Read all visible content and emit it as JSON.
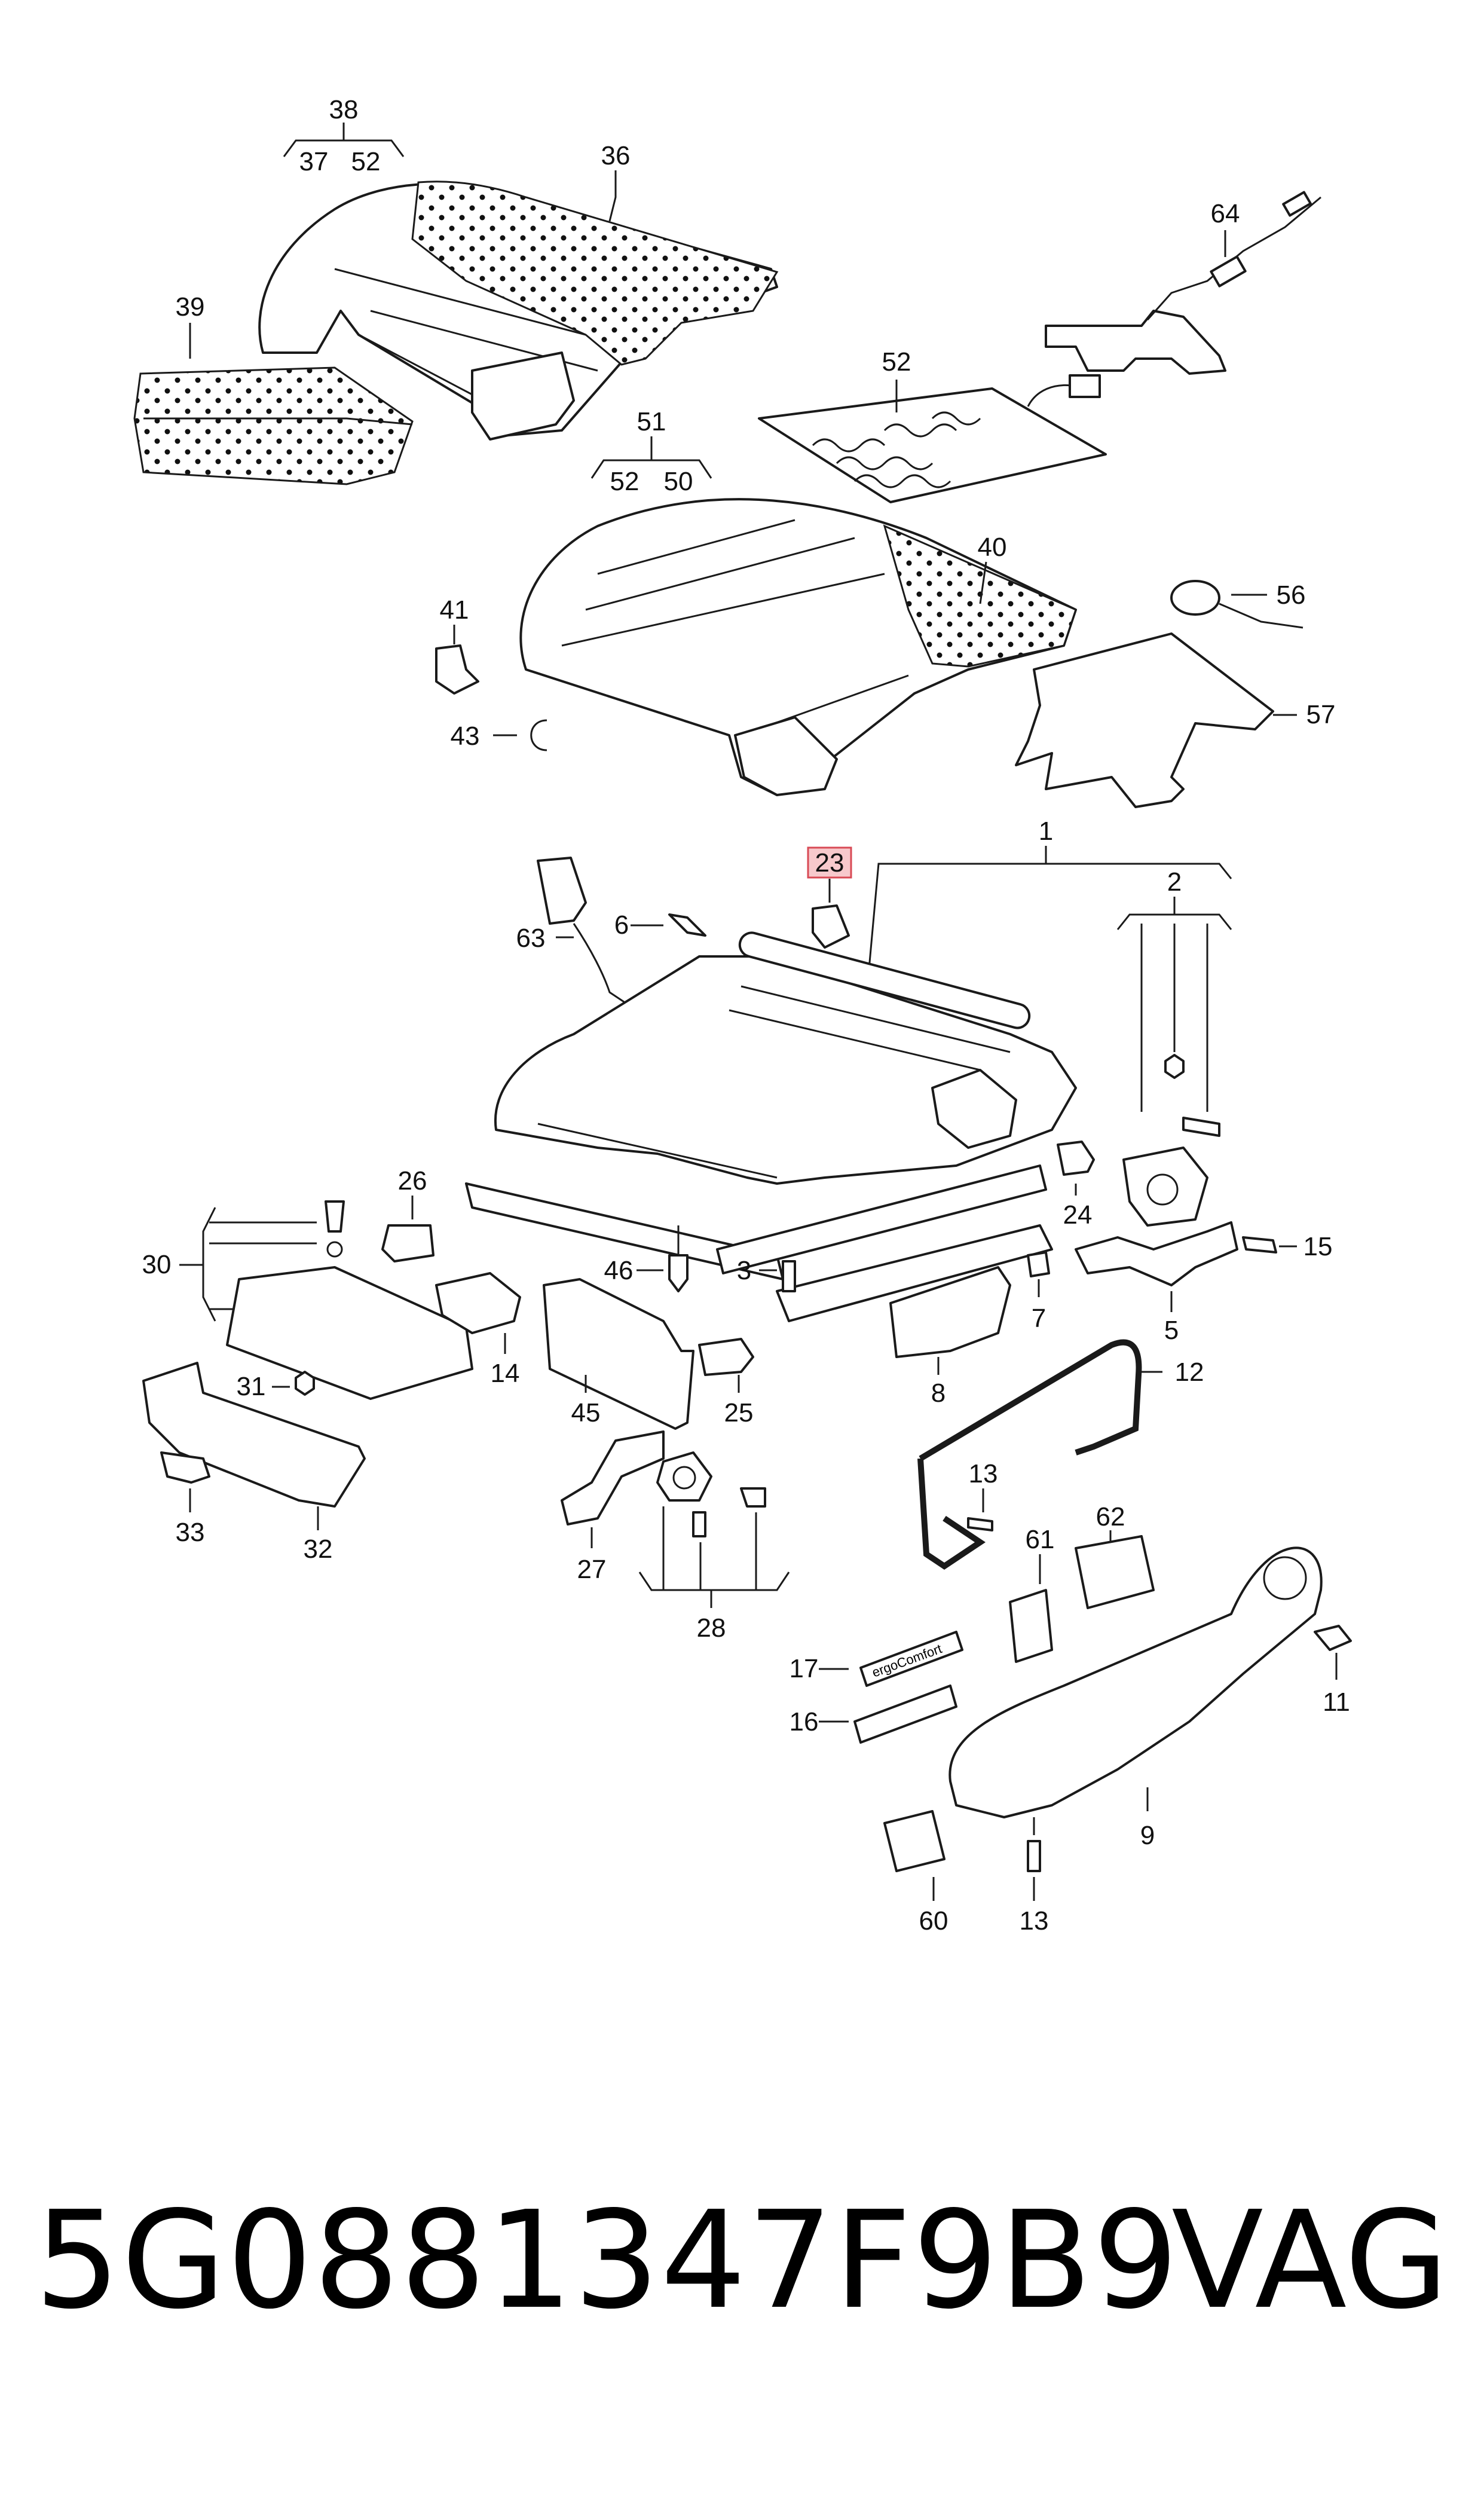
{
  "diagram": {
    "callouts": {
      "c1": "1",
      "c2": "2",
      "c3": "3",
      "c5": "5",
      "c6": "6",
      "c7": "7",
      "c8": "8",
      "c9": "9",
      "c11": "11",
      "c12": "12",
      "c13a": "13",
      "c13b": "13",
      "c14": "14",
      "c15": "15",
      "c16": "16",
      "c17": "17",
      "c23": "23",
      "c24": "24",
      "c25": "25",
      "c26": "26",
      "c27": "27",
      "c28": "28",
      "c30": "30",
      "c31": "31",
      "c32": "32",
      "c33": "33",
      "c36": "36",
      "c37": "37",
      "c38": "38",
      "c39": "39",
      "c40": "40",
      "c41": "41",
      "c43": "43",
      "c45": "45",
      "c46": "46",
      "c50": "50",
      "c51": "51",
      "c52a": "52",
      "c52b": "52",
      "c52c": "52",
      "c56": "56",
      "c57": "57",
      "c60": "60",
      "c61": "61",
      "c62": "62",
      "c63": "63",
      "c64": "64"
    },
    "highlighted_callout": "23",
    "highlight_color": "#f7c9cc",
    "switch_label": "ergoComfort"
  },
  "footer": {
    "part_number": "5G0881347F9B9",
    "brand": "VAG"
  }
}
